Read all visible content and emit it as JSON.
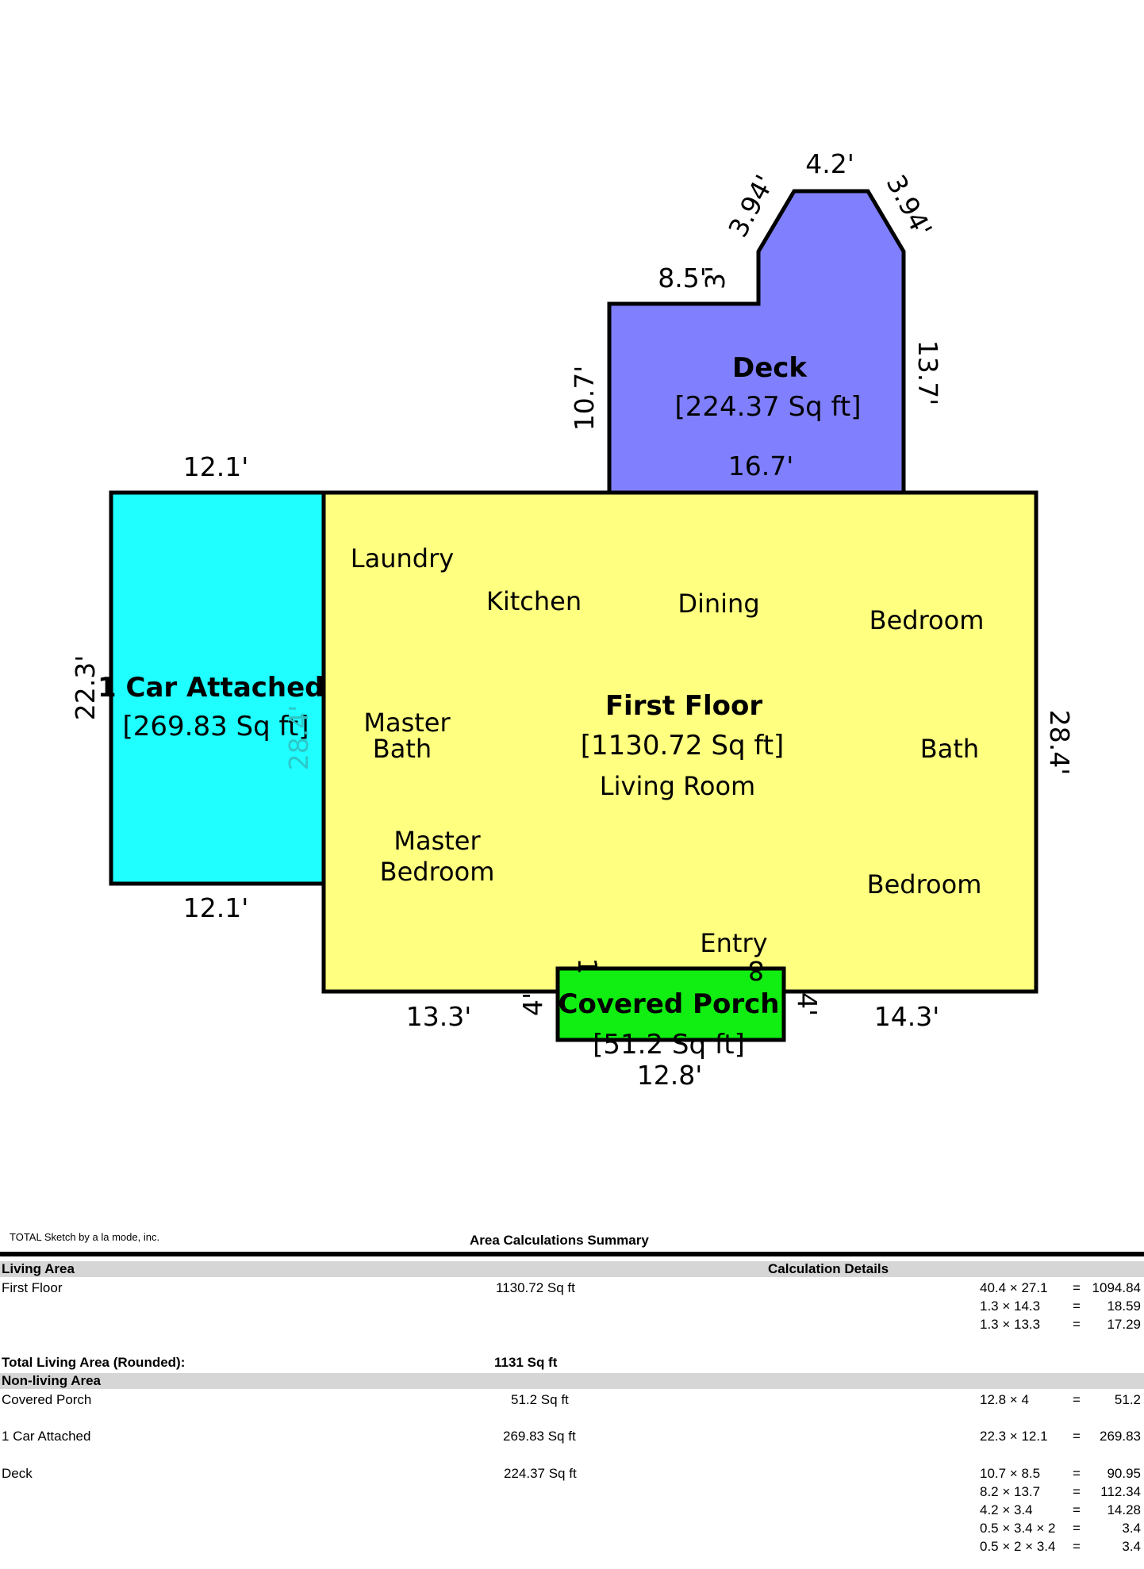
{
  "sketch": {
    "areas": {
      "deck": {
        "name": "Deck",
        "area": "[224.37 Sq ft]",
        "color": "#8080ff"
      },
      "garage": {
        "name": "1 Car Attached",
        "area": "[269.83 Sq ft]",
        "color": "#1fffff"
      },
      "first_floor": {
        "name": "First Floor",
        "area": "[1130.72 Sq ft]",
        "color": "#ffff80"
      },
      "porch": {
        "name": "Covered Porch",
        "area": "[51.2 Sq ft]",
        "color": "#11ee11"
      }
    },
    "dimensions": {
      "deck_top": "4.2'",
      "deck_angle_left": "3.94'",
      "deck_angle_right": "3.94'",
      "deck_step_h": "8.5'",
      "deck_step_v": "3'",
      "deck_left": "10.7'",
      "deck_right": "13.7'",
      "deck_bottom": "16.7'",
      "garage_top": "12.1'",
      "garage_bottom": "12.1'",
      "garage_left": "22.3'",
      "garage_inner": "28.4'",
      "floor_right": "28.4'",
      "floor_bottom_left": "13.3'",
      "floor_bottom_right": "14.3'",
      "porch_bottom": "12.8'",
      "porch_left": "4'",
      "porch_right": "4'",
      "porch_inner_left": "1",
      "porch_inner_top": "8"
    },
    "rooms": {
      "laundry": "Laundry",
      "kitchen": "Kitchen",
      "dining": "Dining",
      "bedroom_1": "Bedroom",
      "master_bath_1": "Master",
      "master_bath_2": "Bath",
      "living_room": "Living Room",
      "bath": "Bath",
      "master_bedroom_1": "Master",
      "master_bedroom_2": "Bedroom",
      "bedroom_2": "Bedroom",
      "entry": "Entry"
    }
  },
  "summary": {
    "brand": "TOTAL Sketch by a la mode, inc.",
    "title": "Area Calculations Summary",
    "living_header": "Living Area",
    "calc_header": "Calculation Details",
    "first_floor": {
      "name": "First Floor",
      "area": "1130.72 Sq ft",
      "calcs": [
        {
          "expr": "40.4 × 27.1",
          "eq": "=",
          "val": "1094.84"
        },
        {
          "expr": "1.3 × 14.3",
          "eq": "=",
          "val": "18.59"
        },
        {
          "expr": "1.3 × 13.3",
          "eq": "=",
          "val": "17.29"
        }
      ]
    },
    "total_label": "Total Living Area (Rounded):",
    "total_value": "1131 Sq ft",
    "nonliving_header": "Non-living Area",
    "porch": {
      "name": "Covered Porch",
      "area": "51.2 Sq ft",
      "calcs": [
        {
          "expr": "12.8 × 4",
          "eq": "=",
          "val": "51.2"
        }
      ]
    },
    "garage": {
      "name": "1 Car Attached",
      "area": "269.83 Sq ft",
      "calcs": [
        {
          "expr": "22.3 × 12.1",
          "eq": "=",
          "val": "269.83"
        }
      ]
    },
    "deck": {
      "name": "Deck",
      "area": "224.37 Sq ft",
      "calcs": [
        {
          "expr": "10.7 × 8.5",
          "eq": "=",
          "val": "90.95"
        },
        {
          "expr": "8.2 × 13.7",
          "eq": "=",
          "val": "112.34"
        },
        {
          "expr": "4.2 × 3.4",
          "eq": "=",
          "val": "14.28"
        },
        {
          "expr": "0.5 × 3.4 × 2",
          "eq": "=",
          "val": "3.4"
        },
        {
          "expr": "0.5 × 2 × 3.4",
          "eq": "=",
          "val": "3.4"
        }
      ]
    }
  }
}
